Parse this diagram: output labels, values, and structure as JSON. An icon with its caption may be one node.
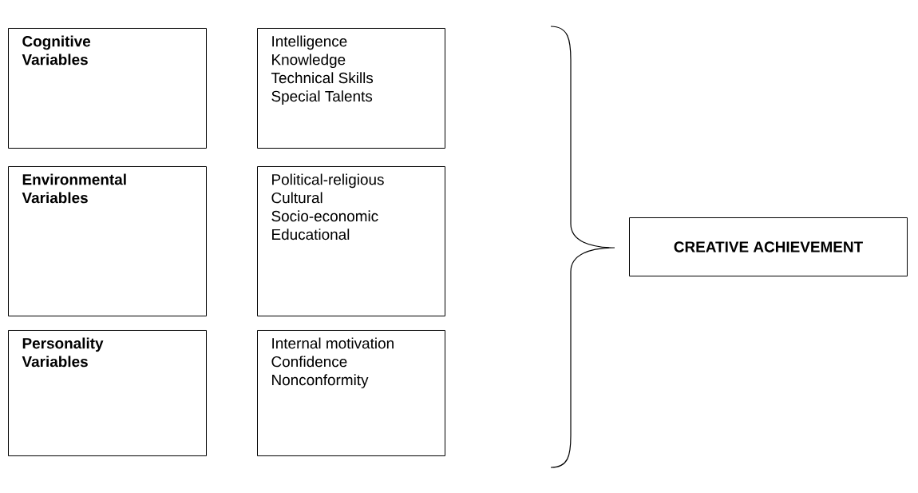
{
  "diagram": {
    "nodes": [
      {
        "text": [
          "Cognitive Variables"
        ]
      },
      {
        "text": [
          "Intelligence",
          "Knowledge",
          "Technical Skills",
          "Special Talents"
        ]
      },
      {
        "text": [
          "Environmental Variables"
        ]
      },
      {
        "text": [
          "Political-religious",
          "Cultural",
          "Socio-economic",
          "Educational"
        ]
      },
      {
        "text": [
          "Personality Variables"
        ]
      },
      {
        "text": [
          "Internal motivation",
          "Confidence",
          "Nonconformity"
        ]
      },
      {
        "text": [
          "CREATIVE ACHIEVEMENT"
        ]
      }
    ]
  }
}
